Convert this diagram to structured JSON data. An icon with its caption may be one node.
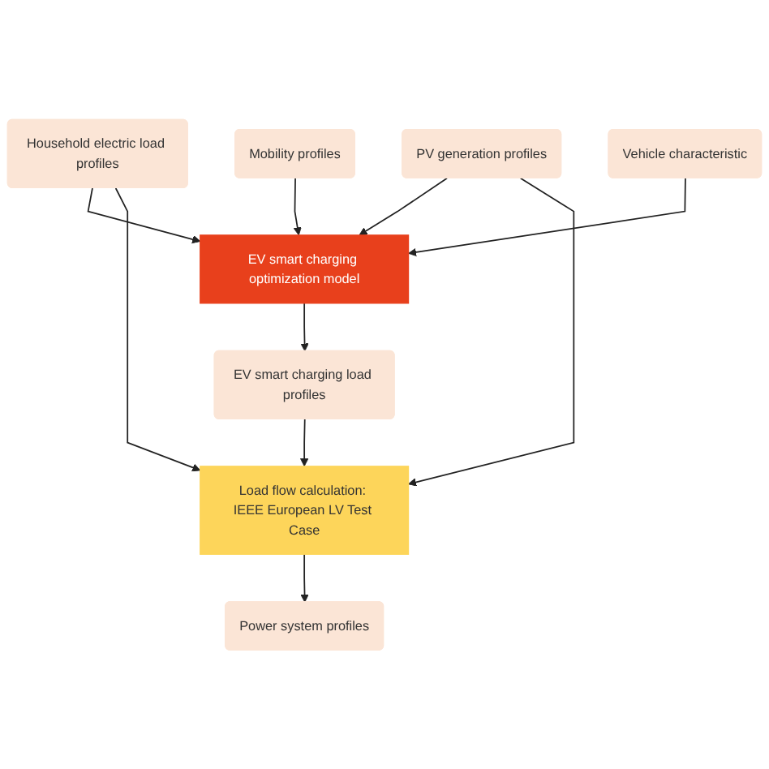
{
  "diagram": {
    "nodes": [
      {
        "text": [
          "Household electric load profiles"
        ]
      },
      {
        "text": [
          "Mobility profiles"
        ]
      },
      {
        "text": [
          "Vehicle characteristic"
        ]
      },
      {
        "text": [
          "PV generation profiles"
        ]
      },
      {
        "text": [
          "EV smart charging optimization model"
        ]
      },
      {
        "text": [
          "EV smart charging load profiles"
        ]
      },
      {
        "text": [
          "Load flow calculation: IEEE European LV Test Case"
        ]
      },
      {
        "text": [
          "Power system profiles"
        ]
      }
    ],
    "edges": [
      {
        "from": 0,
        "to": 4,
        "arrow": "to"
      },
      {
        "from": 1,
        "to": 4,
        "arrow": "to"
      },
      {
        "from": 2,
        "to": 4,
        "arrow": "to"
      },
      {
        "from": 3,
        "to": 4,
        "arrow": "to"
      },
      {
        "from": 0,
        "to": 6,
        "arrow": "to"
      },
      {
        "from": 3,
        "to": 6,
        "arrow": "to"
      },
      {
        "from": 4,
        "to": 5,
        "arrow": "to"
      },
      {
        "from": 5,
        "to": 6,
        "arrow": "to"
      },
      {
        "from": 6,
        "to": 7,
        "arrow": "to"
      }
    ]
  }
}
